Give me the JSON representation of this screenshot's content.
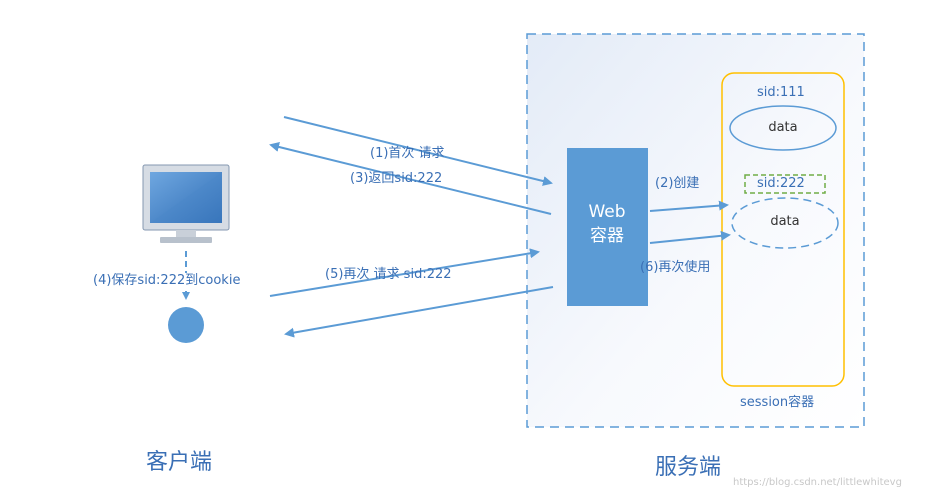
{
  "diagram": {
    "server": {
      "title": "服务端",
      "web_container": {
        "line1": "Web",
        "line2": "容器"
      },
      "session_container": {
        "label": "session容器",
        "sessions": [
          {
            "sid": "sid:111",
            "data": "data"
          },
          {
            "sid": "sid:222",
            "data": "data"
          }
        ]
      }
    },
    "client": {
      "title": "客户端"
    },
    "steps": {
      "step1": "(1)首次 请求",
      "step2": "(2)创建",
      "step3": "(3)返回sid:222",
      "step4": "(4)保存sid:222到cookie",
      "step5": "(5)再次 请求 sid:222",
      "step6": "(6)再次使用"
    },
    "watermark": "https://blog.csdn.net/littlewhitevg"
  },
  "colors": {
    "accent": "#5b9bd5",
    "arrow": "#5b9bd5",
    "label": "#3a6fb5",
    "session_border": "#ffc000",
    "new_sid_border": "#70ad47"
  }
}
